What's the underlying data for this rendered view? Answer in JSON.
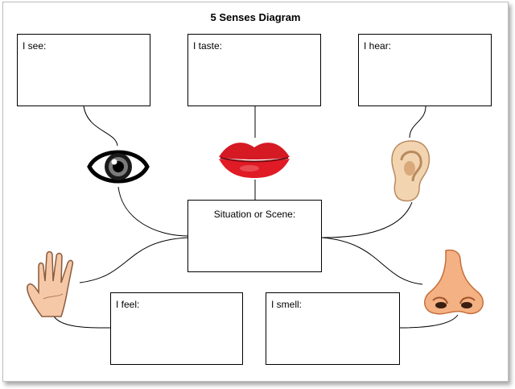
{
  "title": "5 Senses Diagram",
  "boxes": {
    "see": "I see:",
    "taste": "I taste:",
    "hear": "I hear:",
    "situation": "Situation or Scene:",
    "feel": "I feel:",
    "smell": "I smell:"
  },
  "icons": [
    "eye-icon",
    "lips-icon",
    "ear-icon",
    "hand-icon",
    "nose-icon"
  ]
}
